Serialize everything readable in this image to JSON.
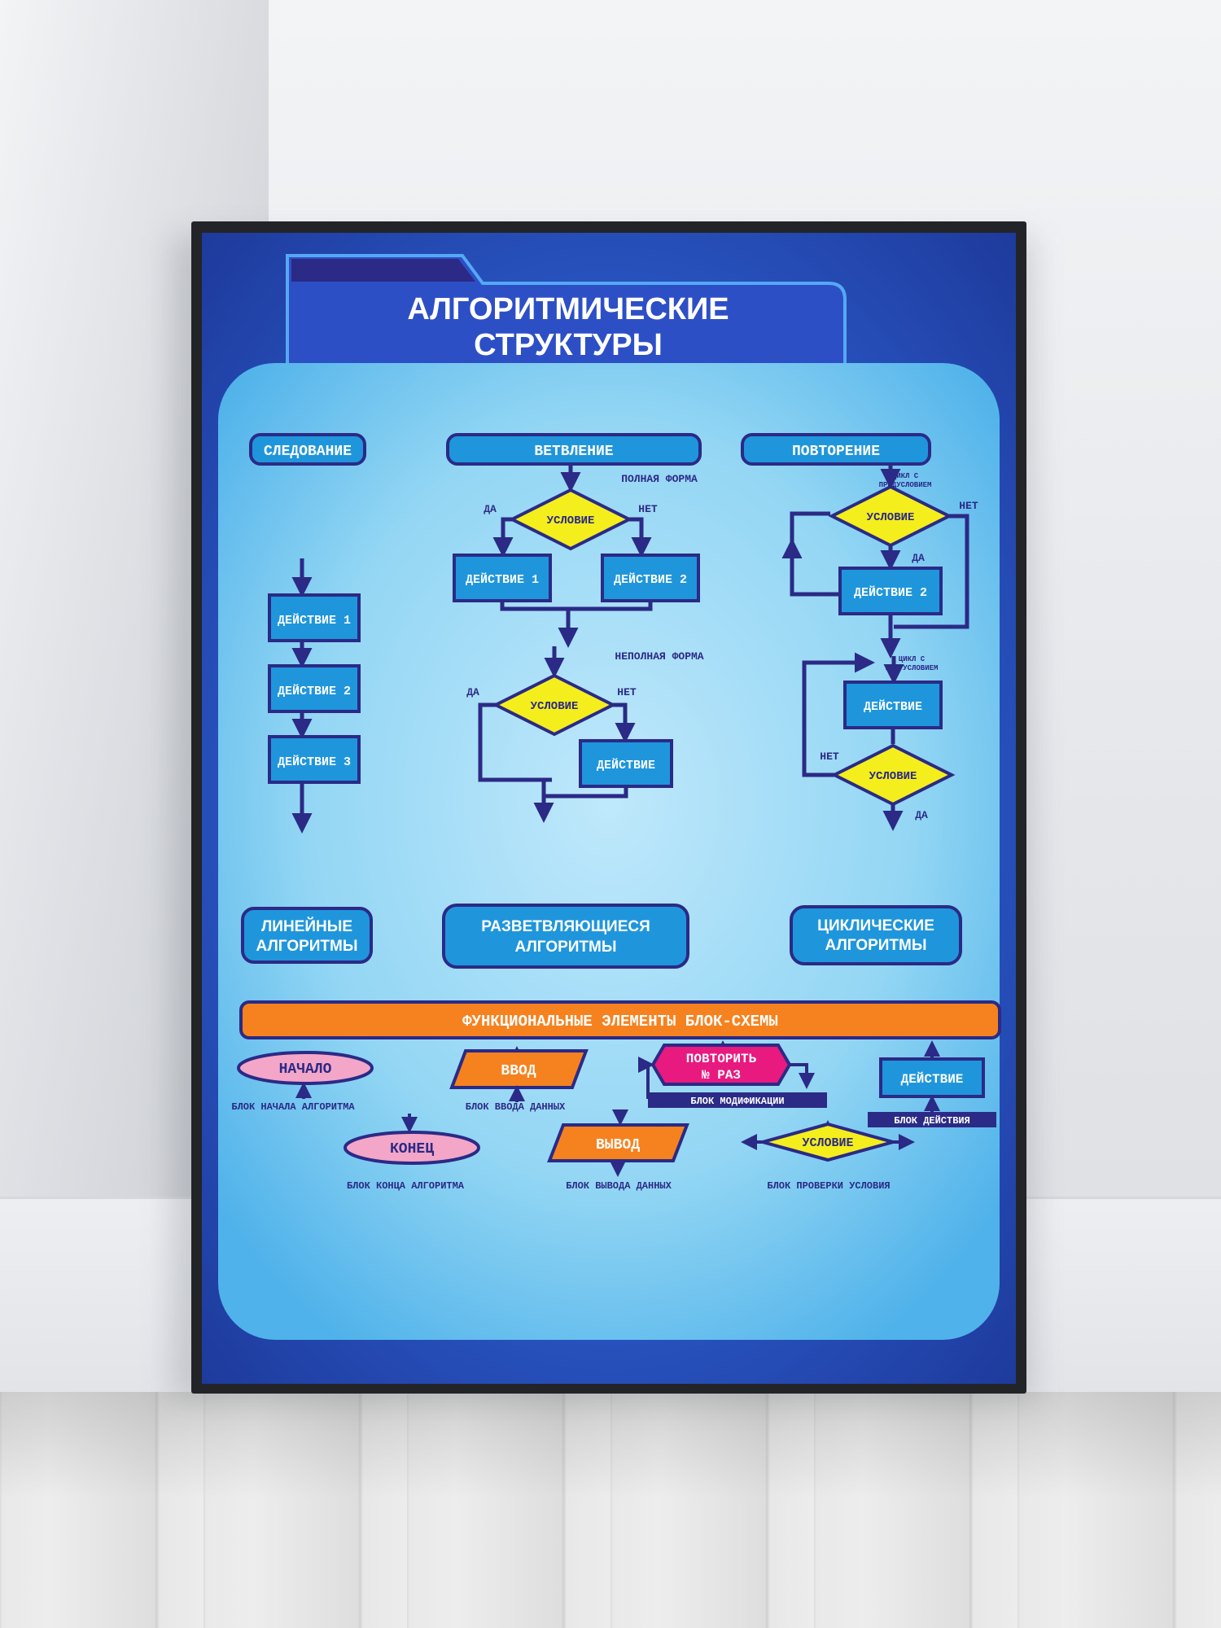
{
  "title": {
    "line1": "АЛГОРИТМИЧЕСКИЕ",
    "line2": "СТРУКТУРЫ"
  },
  "columns": {
    "sequence": {
      "header": "СЛЕДОВАНИЕ",
      "actions": [
        "ДЕЙСТВИЕ 1",
        "ДЕЙСТВИЕ 2",
        "ДЕЙСТВИЕ 3"
      ],
      "result_line1": "ЛИНЕЙНЫЕ",
      "result_line2": "АЛГОРИТМЫ"
    },
    "branching": {
      "header": "ВЕТВЛЕНИЕ",
      "full_form": "ПОЛНАЯ ФОРМА",
      "partial_form": "НЕПОЛНАЯ ФОРМА",
      "condition": "УСЛОВИЕ",
      "yes": "ДА",
      "no": "НЕТ",
      "action1": "ДЕЙСТВИЕ 1",
      "action2": "ДЕЙСТВИЕ 2",
      "action": "ДЕЙСТВИЕ",
      "result_line1": "РАЗВЕТВЛЯЮЩИЕСЯ",
      "result_line2": "АЛГОРИТМЫ"
    },
    "repetition": {
      "header": "ПОВТОРЕНИЕ",
      "pre_line1": "ЦИКЛ С",
      "pre_line2": "ПРЕДУСЛОВИЕМ",
      "post_line1": "ЦИКЛ С",
      "post_line2": "ПОСТУСЛОВИЕМ",
      "condition": "УСЛОВИЕ",
      "yes": "ДА",
      "no": "НЕТ",
      "action2": "ДЕЙСТВИЕ 2",
      "action": "ДЕЙСТВИЕ",
      "result_line1": "ЦИКЛИЧЕСКИЕ",
      "result_line2": "АЛГОРИТМЫ"
    }
  },
  "elements": {
    "header": "ФУНКЦИОНАЛЬНЫЕ ЭЛЕМЕНТЫ БЛОК-СХЕМЫ",
    "start": {
      "label": "НАЧАЛО",
      "caption": "БЛОК НАЧАЛА АЛГОРИТМА"
    },
    "end": {
      "label": "КОНЕЦ",
      "caption": "БЛОК КОНЦА АЛГОРИТМА"
    },
    "input": {
      "label": "ВВОД",
      "caption": "БЛОК ВВОДА ДАННЫХ"
    },
    "output": {
      "label": "ВЫВОД",
      "caption": "БЛОК ВЫВОДА ДАННЫХ"
    },
    "loop": {
      "line1": "ПОВТОРИТЬ",
      "line2": "№ РАЗ",
      "caption": "БЛОК МОДИФИКАЦИИ"
    },
    "action": {
      "label": "ДЕЙСТВИЕ",
      "caption": "БЛОК ДЕЙСТВИЯ"
    },
    "condition": {
      "label": "УСЛОВИЕ",
      "caption": "БЛОК ПРОВЕРКИ УСЛОВИЯ"
    }
  },
  "colors": {
    "navy": "#2b2a86",
    "box": "#1f96dc",
    "diamond": "#f4ee1c",
    "orange": "#f6821f",
    "pink": "#f3a6c8",
    "magenta": "#e8197f",
    "panel": "#8fd4f2"
  }
}
